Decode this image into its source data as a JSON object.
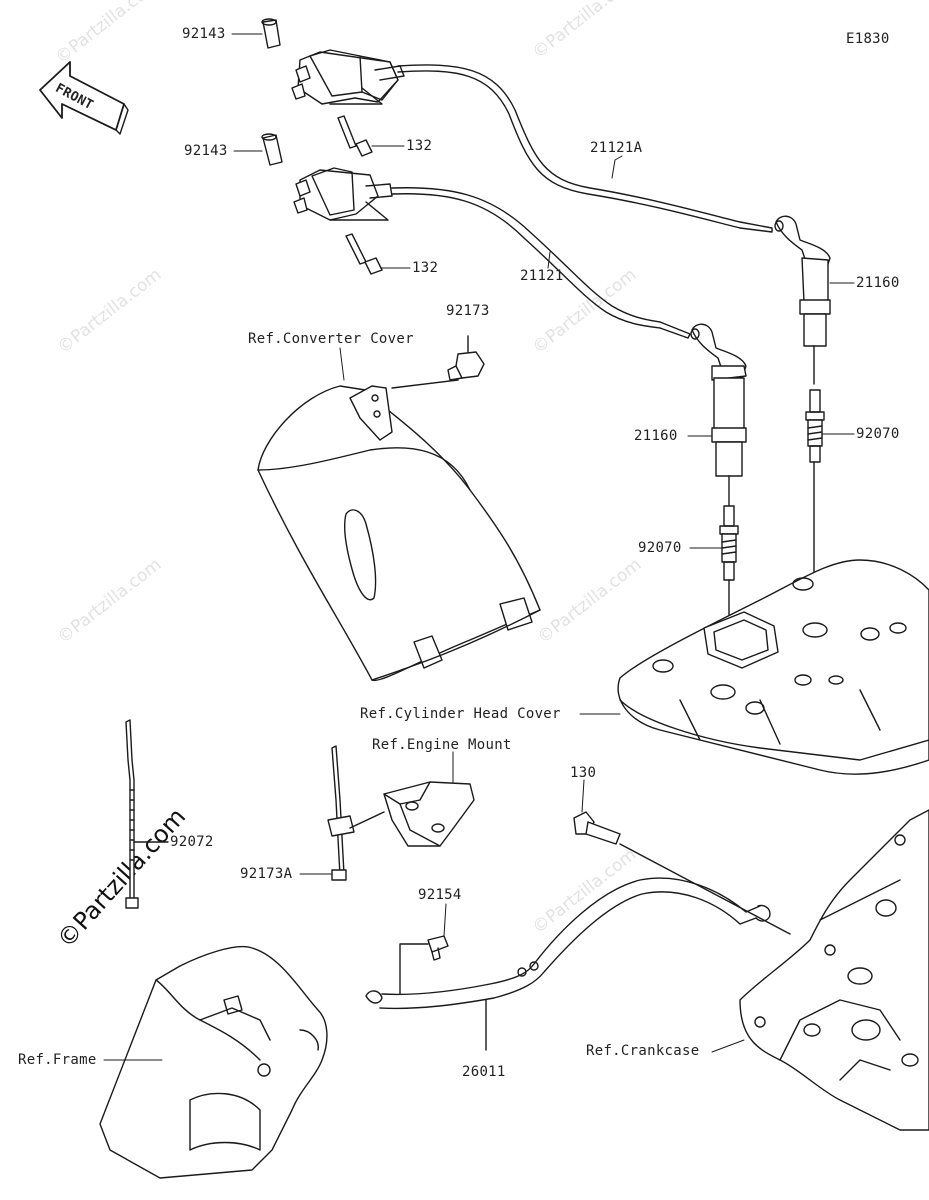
{
  "diagram_code": "E1830",
  "front_label": "FRONT",
  "watermark": "©Partzilla.com",
  "callouts": {
    "clip_92143_top": "92143",
    "clip_92143_mid": "92143",
    "bolt_132_top": "132",
    "bolt_132_mid": "132",
    "lead_21121A": "21121A",
    "lead_21121": "21121",
    "cap_21160_right": "21160",
    "cap_21160_left": "21160",
    "plug_92070_right": "92070",
    "plug_92070_left": "92070",
    "nut_92173": "92173",
    "ref_converter_cover": "Ref.Converter Cover",
    "ref_cylinder_head_cover": "Ref.Cylinder Head Cover",
    "ref_engine_mount": "Ref.Engine Mount",
    "band_92072": "92072",
    "clamp_92173A": "92173A",
    "bolt_130": "130",
    "bolt_92154": "92154",
    "ground_26011": "26011",
    "ref_frame": "Ref.Frame",
    "ref_crankcase": "Ref.Crankcase"
  }
}
